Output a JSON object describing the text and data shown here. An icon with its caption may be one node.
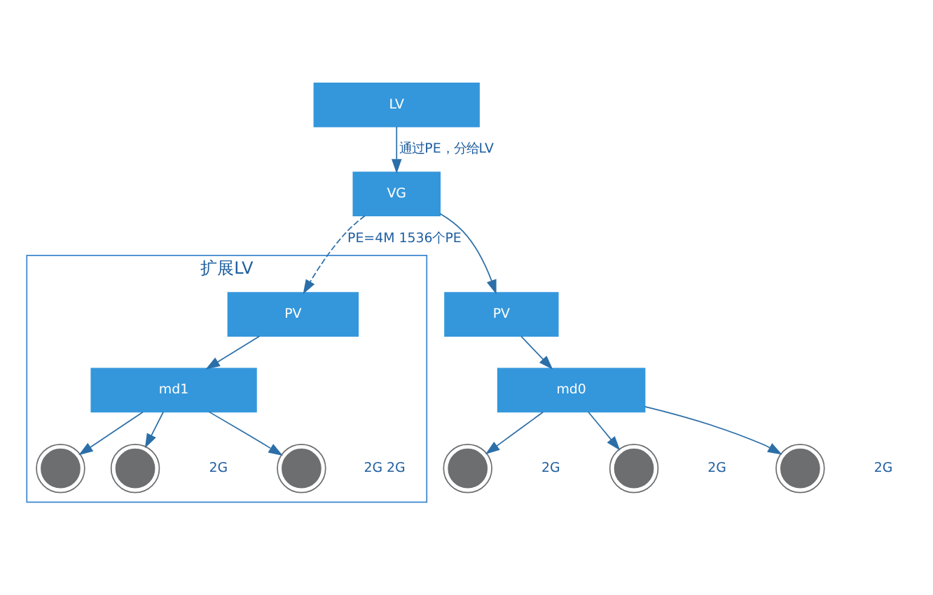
{
  "diagram": {
    "nodes": [
      {
        "text": [
          "LV"
        ]
      },
      {
        "text": [
          "VG"
        ]
      },
      {
        "text": [
          "PV"
        ]
      },
      {
        "text": [
          "md0"
        ]
      },
      {
        "text": [],
        "shape": "circle",
        "beside": [
          "2G"
        ]
      },
      {
        "text": [],
        "shape": "circle",
        "beside": [
          "2G"
        ]
      },
      {
        "text": [],
        "shape": "circle",
        "beside": [
          "2G"
        ]
      },
      {
        "text": [
          "扩展LV"
        ]
      },
      {
        "text": [
          "PV"
        ],
        "in": 7
      },
      {
        "text": [
          "md1"
        ],
        "in": 7
      },
      {
        "text": [],
        "shape": "circle",
        "in": 7
      },
      {
        "text": [],
        "shape": "circle",
        "in": 7,
        "beside": [
          "2G"
        ]
      },
      {
        "text": [],
        "shape": "circle",
        "in": 7,
        "beside": [
          "2G",
          "2G"
        ]
      }
    ],
    "edges": [
      {
        "from": 0,
        "to": 1,
        "arrow": "to",
        "label": "通过PE，分给LV"
      },
      {
        "from": 1,
        "to": 2,
        "arrow": "to"
      },
      {
        "from": 1,
        "to": 8,
        "arrow": "to",
        "style": "dashed",
        "label": "PE=4M 1536个PE"
      },
      {
        "from": 2,
        "to": 3,
        "arrow": "to"
      },
      {
        "from": 3,
        "to": 4,
        "arrow": "to"
      },
      {
        "from": 3,
        "to": 5,
        "arrow": "to"
      },
      {
        "from": 3,
        "to": 6,
        "arrow": "to"
      },
      {
        "from": 8,
        "to": 9,
        "arrow": "to"
      },
      {
        "from": 9,
        "to": 10,
        "arrow": "to"
      },
      {
        "from": 9,
        "to": 11,
        "arrow": "to"
      },
      {
        "from": 9,
        "to": 12,
        "arrow": "to"
      }
    ]
  }
}
